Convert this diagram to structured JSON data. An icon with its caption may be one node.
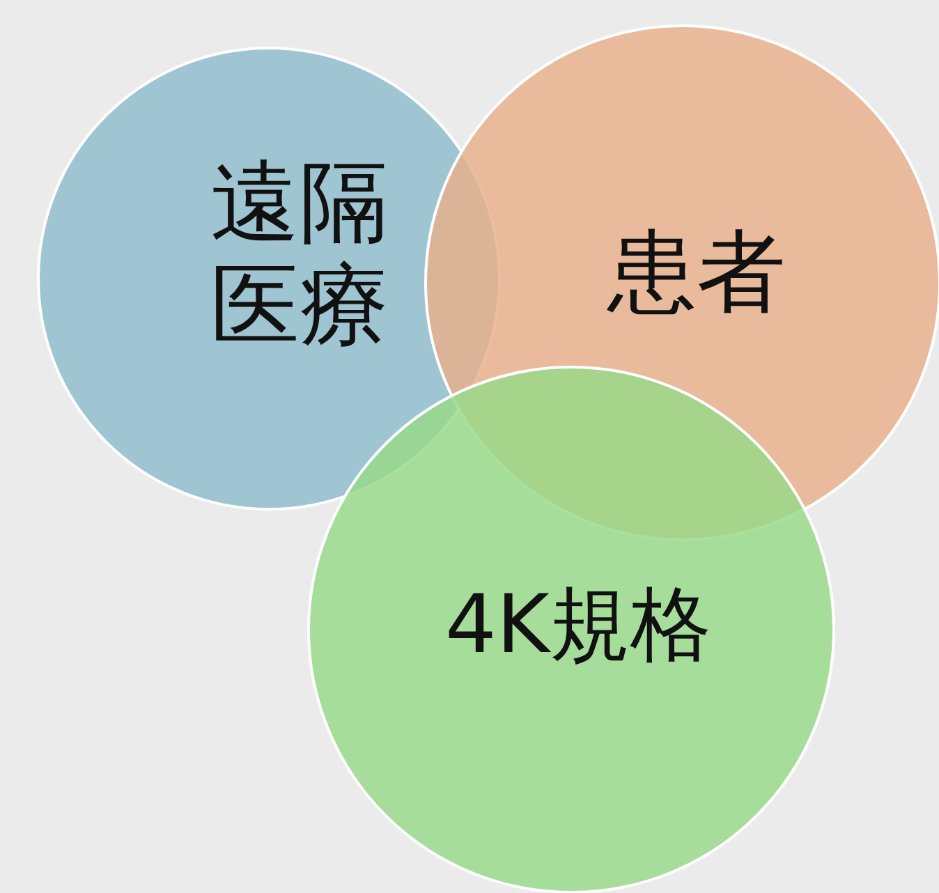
{
  "diagram": {
    "nodes": [
      {
        "text": [
          "遠隔医療"
        ]
      },
      {
        "text": [
          "患者"
        ]
      },
      {
        "text": [
          "4K規格"
        ]
      }
    ]
  }
}
